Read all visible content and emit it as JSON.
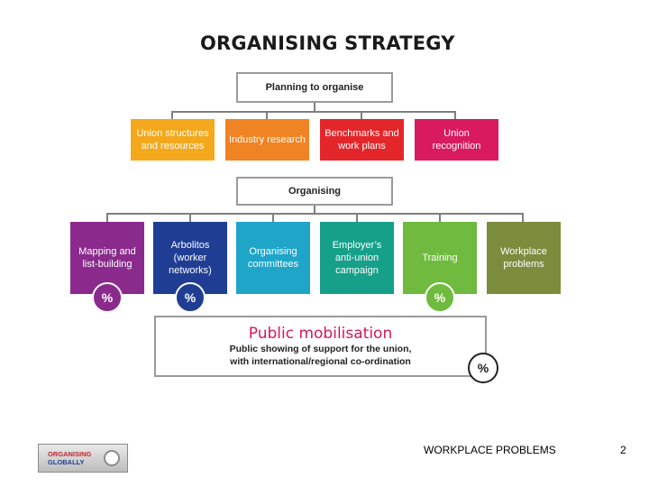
{
  "title": "ORGANISING STRATEGY",
  "planning": "Planning to organise",
  "tier1": [
    {
      "label": "Union structures and resources",
      "color": "#f4a81c"
    },
    {
      "label": "Industry research",
      "color": "#f08323"
    },
    {
      "label": "Benchmarks and work plans",
      "color": "#e4262b"
    },
    {
      "label": "Union recognition",
      "color": "#d91a5f"
    }
  ],
  "organising": "Organising",
  "tier2": [
    {
      "label": "Mapping and list-building",
      "color": "#8a2a8c"
    },
    {
      "label": "Arbolitos (worker networks)",
      "color": "#1f3e93"
    },
    {
      "label": "Organising committees",
      "color": "#1ea5c8"
    },
    {
      "label": "Employer’s anti-union campaign",
      "color": "#16a08a"
    },
    {
      "label": "Training",
      "color": "#6fba3f"
    },
    {
      "label": "Workplace problems",
      "color": "#7b8c3d"
    }
  ],
  "badge_symbol": "%",
  "public_mobilisation": {
    "title": "Public mobilisation",
    "subtitle_line1": "Public showing of support for the union,",
    "subtitle_line2": "with international/regional co-ordination"
  },
  "footer": {
    "slide_title": "WORKPLACE PROBLEMS",
    "page_number": "2",
    "logo_line1": "ORGANISING",
    "logo_line2": "GLOBALLY"
  }
}
